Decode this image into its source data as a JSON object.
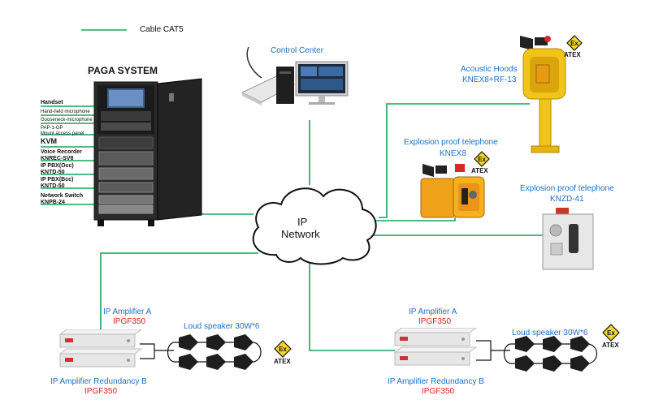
{
  "legend": {
    "label": "Cable CAT5",
    "color": "#1aa35a"
  },
  "paga": {
    "title": "PAGA SYSTEM",
    "labels": [
      {
        "main": "Handset",
        "sub": ""
      },
      {
        "main": "Hand-held microphone",
        "sub": ""
      },
      {
        "main": "Gooseneck-microphone",
        "sub": ""
      },
      {
        "main": "PAP-1-GP",
        "sub": "Mount access panel"
      },
      {
        "main": "KVM",
        "sub": ""
      },
      {
        "main": "Voice Recorder",
        "sub": "KNREC-SV8"
      },
      {
        "main": "IP PBX(Occ)",
        "sub": "KNTD-50"
      },
      {
        "main": "IP PBX(Bcc)",
        "sub": "KNTD-50"
      },
      {
        "main": "Network Switch",
        "sub": "KNPB-24"
      }
    ]
  },
  "control_center": {
    "label": "Control Center"
  },
  "network": {
    "line1": "IP",
    "line2": "Network"
  },
  "acoustic_hoods": {
    "line1": "Acoustic Hoods",
    "line2": "KNEX8+RF-13",
    "badge": "ATEX"
  },
  "telephone_1": {
    "line1": "Explosion proof telephone",
    "line2": "KNEX8",
    "badge": "ATEX"
  },
  "telephone_2": {
    "line1": "Explosion proof telephone",
    "line2": "KNZD-41"
  },
  "group_left": {
    "amp_a": "IP Amplifier A",
    "amp_a_model": "IPGF350",
    "amp_b": "IP Amplifier Redundancy  B",
    "amp_b_model": "IPGF350",
    "speakers": "Loud speaker 30W*6",
    "badge": "ATEX"
  },
  "group_right": {
    "amp_a": "IP Amplifier A",
    "amp_a_model": "IPGF350",
    "amp_b": "IP Amplifier Redundancy  B",
    "amp_b_model": "IPGF350",
    "speakers": "Loud speaker 30W*6",
    "badge": "ATEX"
  },
  "ex_symbol": "Ex",
  "colors": {
    "label_blue": "#1a6fc9",
    "model_red": "#e11b1b",
    "cable_green": "#1aa35a",
    "hood_yellow": "#f2c418",
    "phone_orange": "#f0a21a"
  }
}
